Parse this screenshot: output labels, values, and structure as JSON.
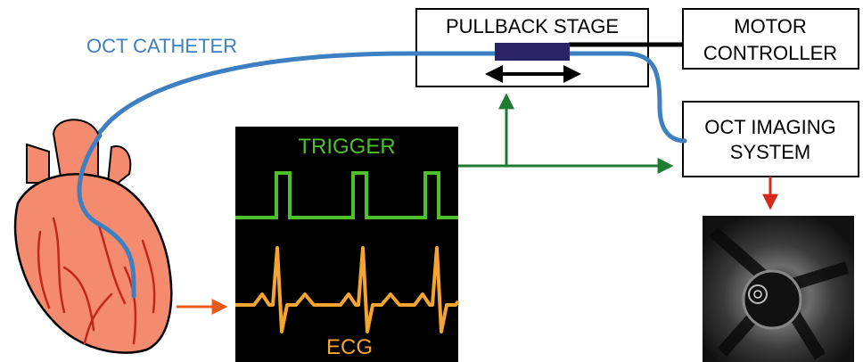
{
  "labels": {
    "catheter": "OCT CATHETER",
    "pullback_stage": "PULLBACK STAGE",
    "motor_controller_line1": "MOTOR",
    "motor_controller_line2": "CONTROLLER",
    "oct_system_line1": "OCT IMAGING",
    "oct_system_line2": "SYSTEM",
    "trigger": "TRIGGER",
    "ecg": "ECG"
  },
  "colors": {
    "catheter": "#3d7fc1",
    "trigger": "#4fbf2b",
    "ecg": "#f4a531",
    "green_arrows": "#1f7a32",
    "red_arrow": "#d42a1a",
    "orange_arrow": "#ec5a1a",
    "heart_fill": "#f48a6e",
    "heart_vessels": "#c0281b",
    "stage_block": "#2a2466"
  },
  "icons": {
    "heart": "heart-illustration",
    "oct_image": "oct-cross-section-image",
    "stage_motion": "double-headed-arrow"
  }
}
